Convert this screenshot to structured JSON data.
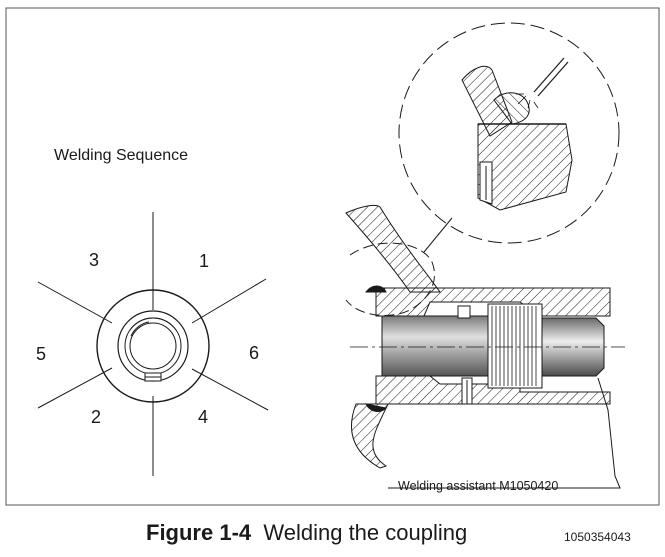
{
  "sequence": {
    "title": "Welding Sequence",
    "numbers": [
      "1",
      "2",
      "3",
      "4",
      "5",
      "6"
    ]
  },
  "assistant_label": "Welding assistant M1050420",
  "caption": {
    "figure": "Figure 1-4",
    "text": "Welding the coupling"
  },
  "doc_id": "1050354043",
  "colors": {
    "line": "#1a1a1a",
    "frame": "#555555",
    "hatch": "#1a1a1a",
    "bore_dark": "#6e6e6e",
    "bore_light": "#d9d9d9"
  }
}
